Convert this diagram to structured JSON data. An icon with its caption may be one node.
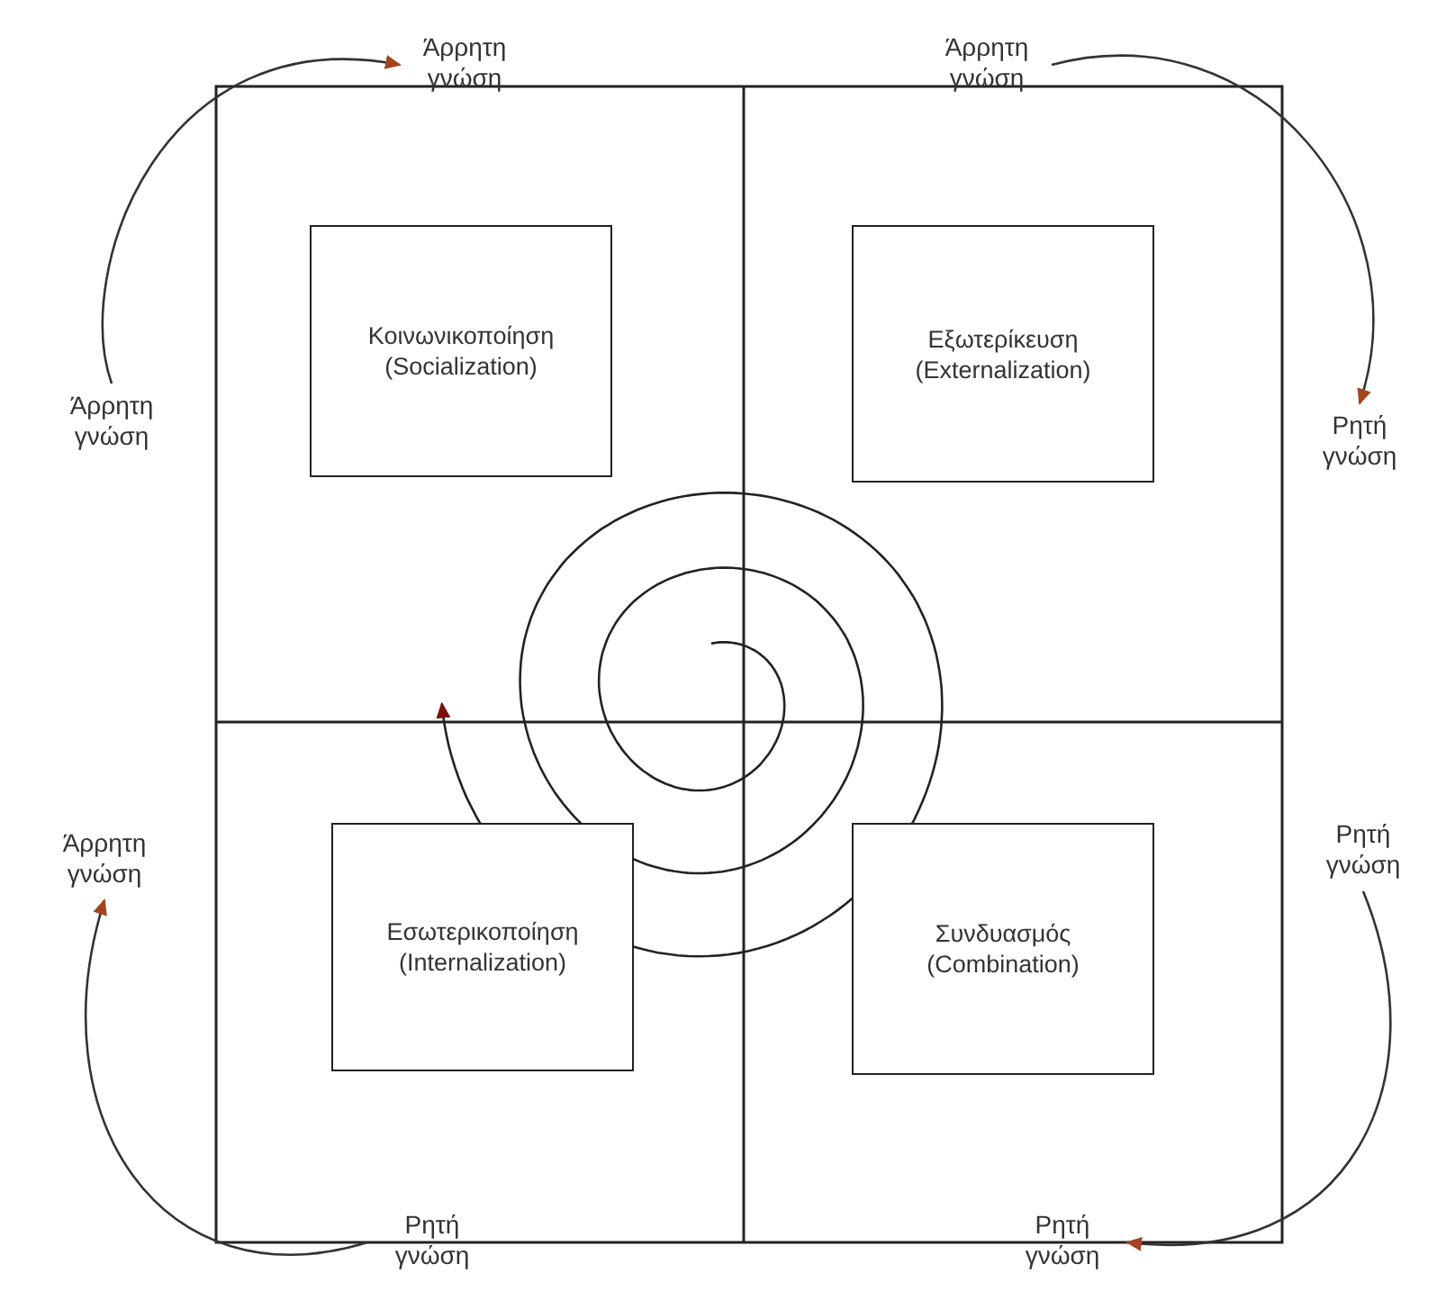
{
  "diagram": {
    "nodes": [
      {
        "text": [
          "Άρρητη γνώση"
        ]
      },
      {
        "text": [
          "Άρρητη γνώση"
        ]
      },
      {
        "text": [
          "Κοινωνικοποίηση (Socialization)"
        ]
      },
      {
        "text": [
          "Εξωτερίκευση (Externalization)"
        ]
      },
      {
        "text": [
          "Άρρητη γνώση"
        ]
      },
      {
        "text": [
          "Ρητή γνώση"
        ]
      },
      {
        "text": [
          "Άρρητη γνώση"
        ]
      },
      {
        "text": [
          "Ρητή γνώση"
        ]
      },
      {
        "text": [
          "Εσωτερικοποίηση (Internalization)"
        ]
      },
      {
        "text": [
          "Συνδυασμός (Combination)"
        ]
      },
      {
        "text": [
          "Ρητή γνώση"
        ]
      },
      {
        "text": [
          "Ρητή γνώση"
        ]
      }
    ],
    "edges": [
      {
        "from": 4,
        "to": 0,
        "arrow": "to"
      },
      {
        "from": 1,
        "to": 5,
        "arrow": "to"
      },
      {
        "from": 7,
        "to": 11,
        "arrow": "to"
      },
      {
        "from": 10,
        "to": 6,
        "arrow": "to"
      }
    ]
  }
}
